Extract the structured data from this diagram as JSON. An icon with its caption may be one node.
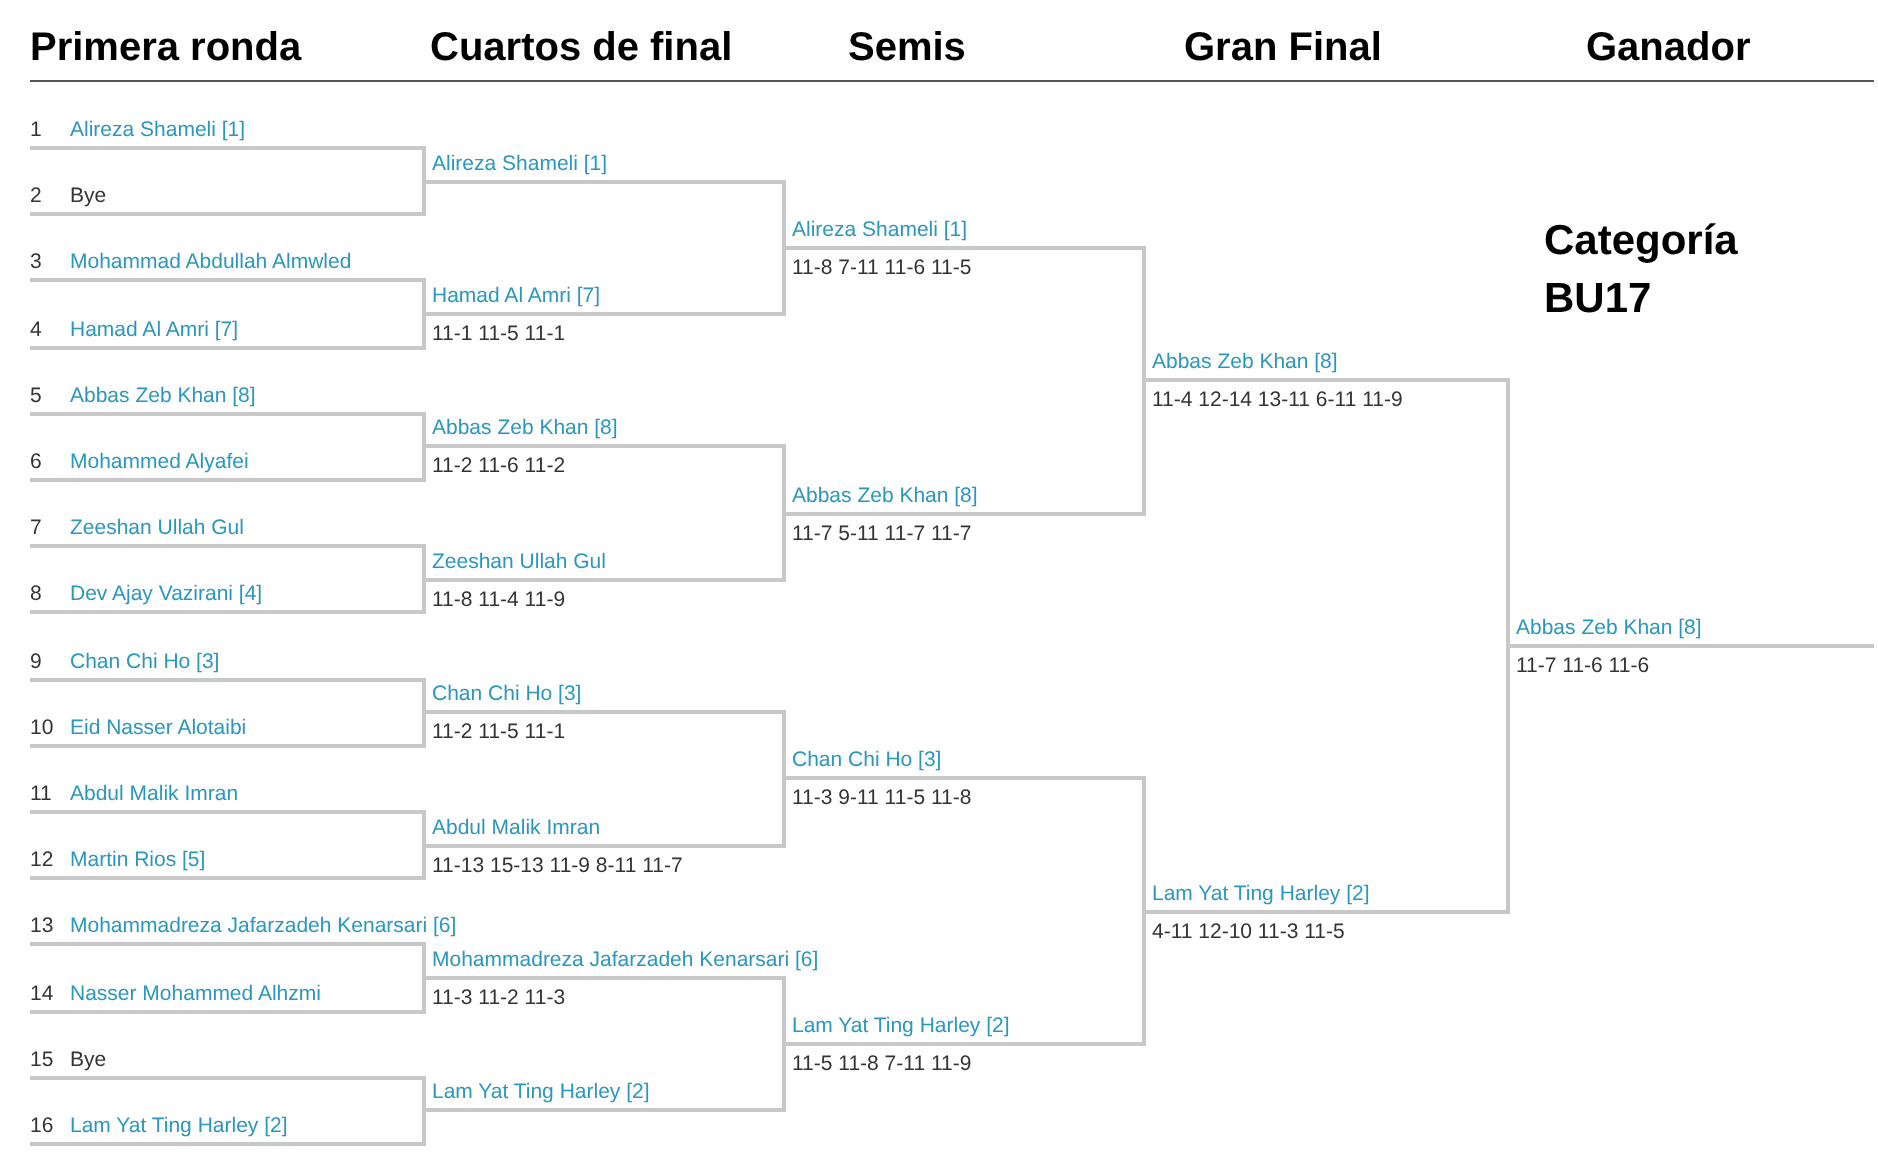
{
  "diagram": {
    "nodes": [
      {
        "text": [
          "1",
          "Alireza Shameli [1]"
        ]
      },
      {
        "text": [
          "2",
          "Bye"
        ]
      },
      {
        "text": [
          "3",
          "Mohammad Abdullah Almwled"
        ]
      },
      {
        "text": [
          "4",
          "Hamad Al Amri [7]"
        ]
      },
      {
        "text": [
          "5",
          "Abbas Zeb Khan [8]"
        ]
      },
      {
        "text": [
          "6",
          "Mohammed Alyafei"
        ]
      },
      {
        "text": [
          "7",
          "Zeeshan Ullah Gul"
        ]
      },
      {
        "text": [
          "8",
          "Dev Ajay Vazirani [4]"
        ]
      },
      {
        "text": [
          "9",
          "Chan Chi Ho [3]"
        ]
      },
      {
        "text": [
          "10",
          "Eid Nasser Alotaibi"
        ]
      },
      {
        "text": [
          "11",
          "Abdul Malik Imran"
        ]
      },
      {
        "text": [
          "12",
          "Martin Rios [5]"
        ]
      },
      {
        "text": [
          "13",
          "Mohammadreza Jafarzadeh Kenarsari [6]"
        ]
      },
      {
        "text": [
          "14",
          "Nasser Mohammed Alhzmi"
        ]
      },
      {
        "text": [
          "15",
          "Bye"
        ]
      },
      {
        "text": [
          "16",
          "Lam Yat Ting Harley [2]"
        ]
      },
      {
        "text": [
          "Alireza Shameli [1]"
        ]
      },
      {
        "text": [
          "Hamad Al Amri [7]",
          "11-1 11-5 11-1"
        ]
      },
      {
        "text": [
          "Abbas Zeb Khan [8]",
          "11-2 11-6 11-2"
        ]
      },
      {
        "text": [
          "Zeeshan Ullah Gul",
          "11-8 11-4 11-9"
        ]
      },
      {
        "text": [
          "Chan Chi Ho [3]",
          "11-2 11-5 11-1"
        ]
      },
      {
        "text": [
          "Abdul Malik Imran",
          "11-13 15-13 11-9 8-11 11-7"
        ]
      },
      {
        "text": [
          "Mohammadreza Jafarzadeh Kenarsari [6]",
          "11-3 11-2 11-3"
        ]
      },
      {
        "text": [
          "Lam Yat Ting Harley [2]"
        ]
      },
      {
        "text": [
          "Alireza Shameli [1]",
          "11-8 7-11 11-6 11-5"
        ]
      },
      {
        "text": [
          "Abbas Zeb Khan [8]",
          "11-7 5-11 11-7 11-7"
        ]
      },
      {
        "text": [
          "Chan Chi Ho [3]",
          "11-3 9-11 11-5 11-8"
        ]
      },
      {
        "text": [
          "Lam Yat Ting Harley [2]",
          "11-5 11-8 7-11 11-9"
        ]
      },
      {
        "text": [
          "Abbas Zeb Khan [8]",
          "11-4 12-14 13-11 6-11 11-9"
        ]
      },
      {
        "text": [
          "Lam Yat Ting Harley [2]",
          "4-11 12-10 11-3 11-5"
        ]
      },
      {
        "text": [
          "Abbas Zeb Khan [8]",
          "11-7 11-6 11-6"
        ]
      }
    ],
    "edges": [
      {
        "from": 0,
        "to": 16,
        "arrow": "none"
      },
      {
        "from": 1,
        "to": 16,
        "arrow": "none"
      },
      {
        "from": 2,
        "to": 17,
        "arrow": "none"
      },
      {
        "from": 3,
        "to": 17,
        "arrow": "none"
      },
      {
        "from": 4,
        "to": 18,
        "arrow": "none"
      },
      {
        "from": 5,
        "to": 18,
        "arrow": "none"
      },
      {
        "from": 6,
        "to": 19,
        "arrow": "none"
      },
      {
        "from": 7,
        "to": 19,
        "arrow": "none"
      },
      {
        "from": 8,
        "to": 20,
        "arrow": "none"
      },
      {
        "from": 9,
        "to": 20,
        "arrow": "none"
      },
      {
        "from": 10,
        "to": 21,
        "arrow": "none"
      },
      {
        "from": 11,
        "to": 21,
        "arrow": "none"
      },
      {
        "from": 12,
        "to": 22,
        "arrow": "none"
      },
      {
        "from": 13,
        "to": 22,
        "arrow": "none"
      },
      {
        "from": 14,
        "to": 23,
        "arrow": "none"
      },
      {
        "from": 15,
        "to": 23,
        "arrow": "none"
      },
      {
        "from": 16,
        "to": 24,
        "arrow": "none"
      },
      {
        "from": 17,
        "to": 24,
        "arrow": "none"
      },
      {
        "from": 18,
        "to": 25,
        "arrow": "none"
      },
      {
        "from": 19,
        "to": 25,
        "arrow": "none"
      },
      {
        "from": 20,
        "to": 26,
        "arrow": "none"
      },
      {
        "from": 21,
        "to": 26,
        "arrow": "none"
      },
      {
        "from": 22,
        "to": 27,
        "arrow": "none"
      },
      {
        "from": 23,
        "to": 27,
        "arrow": "none"
      },
      {
        "from": 24,
        "to": 28,
        "arrow": "none"
      },
      {
        "from": 25,
        "to": 28,
        "arrow": "none"
      },
      {
        "from": 26,
        "to": 29,
        "arrow": "none"
      },
      {
        "from": 27,
        "to": 29,
        "arrow": "none"
      },
      {
        "from": 28,
        "to": 30,
        "arrow": "none"
      },
      {
        "from": 29,
        "to": 30,
        "arrow": "none"
      }
    ],
    "labels": [
      "Primera ronda",
      "Cuartos de final",
      "Semis",
      "Gran Final",
      "Ganador",
      "Categoría BU17"
    ]
  }
}
